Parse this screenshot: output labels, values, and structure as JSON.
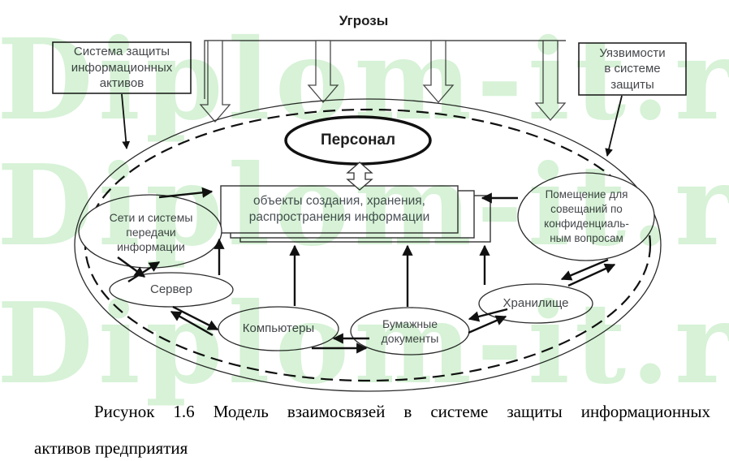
{
  "watermark": {
    "text": "Diplom-it.ru",
    "color": "#d7f2d7"
  },
  "figure": {
    "threats_label": "Угрозы",
    "protection_system_box": "Система защиты\nинформационных\nактивов",
    "vulnerabilities_box": "Уязвимости\nв системе\nзащиты",
    "personnel": "Персонал",
    "info_objects": "объекты создания, хранения,\nраспространения информации",
    "networks": "Сети и системы\nпередачи\nинформации",
    "server": "Сервер",
    "computers": "Компьютеры",
    "paper_documents": "Бумажные\nдокументы",
    "storage": "Хранилище",
    "meeting_room": "Помещение для\nсовещаний по\nконфиденциаль-\nным вопросам"
  },
  "caption": {
    "line1": "Рисунок 1.6 Модель взаимосвязей в системе защиты информационных",
    "line2": "активов предприятия"
  }
}
